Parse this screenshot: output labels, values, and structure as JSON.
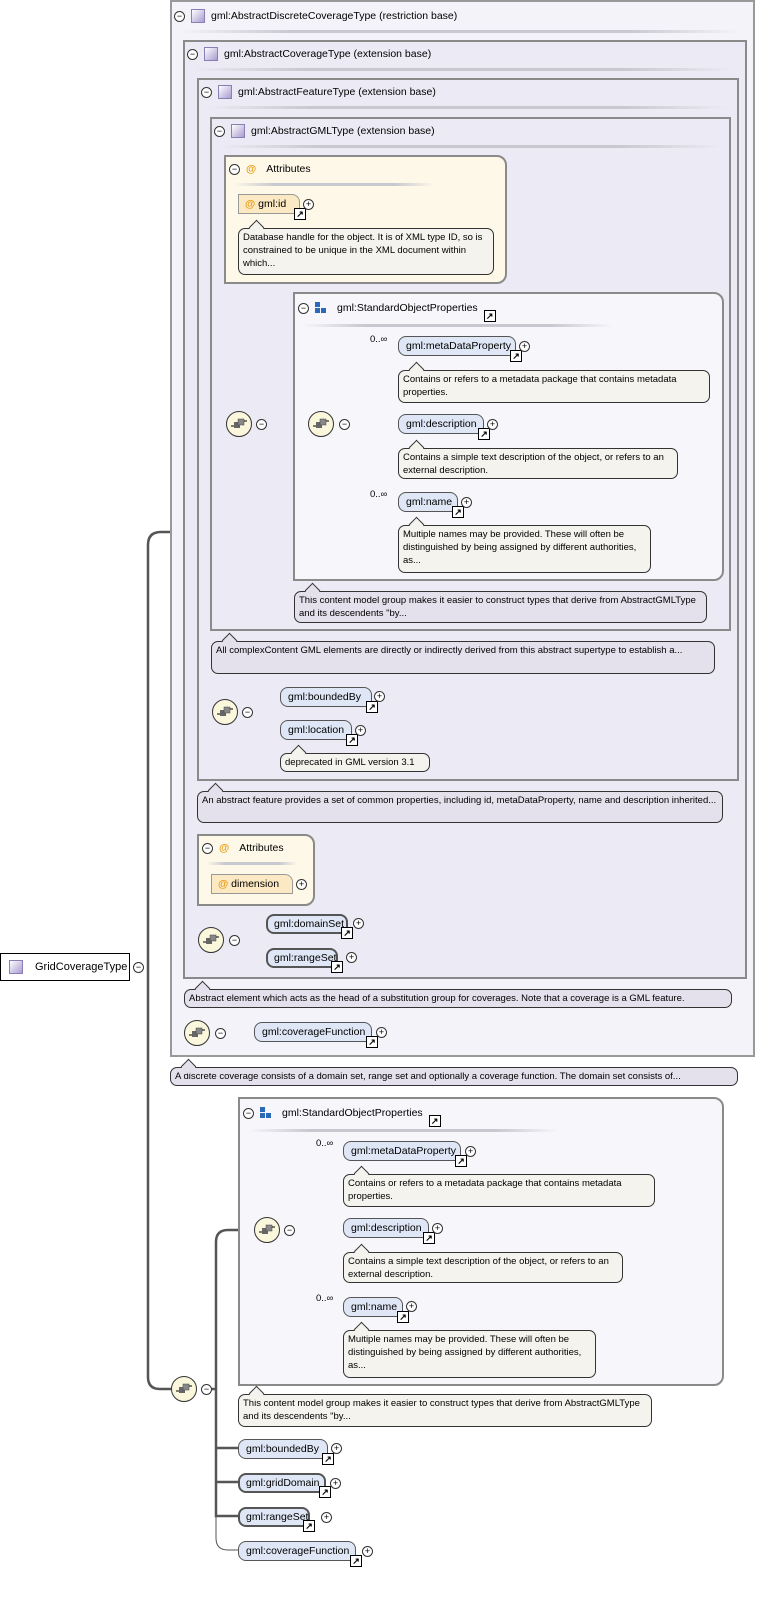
{
  "root": {
    "name": "GridCoverageType"
  },
  "bases": {
    "discrete": "gml:AbstractDiscreteCoverageType (restriction base)",
    "coverage": "gml:AbstractCoverageType (extension base)",
    "feature": "gml:AbstractFeatureType (extension base)",
    "gml": "gml:AbstractGMLType (extension base)"
  },
  "attributes1": {
    "title": "Attributes",
    "id": "gml:id",
    "id_doc": "Database handle for the object. It is of XML type ID, so is constrained to be unique in the XML document within which..."
  },
  "sop": {
    "title": "gml:StandardObjectProperties",
    "meta": "gml:metaDataProperty",
    "meta_card": "0..∞",
    "meta_doc": "Contains or refers to a metadata package that contains metadata properties.",
    "desc": "gml:description",
    "desc_doc": "Contains a simple text description of the object, or refers to an external description.",
    "name": "gml:name",
    "name_card": "0..∞",
    "name_doc": "Multiple names may be provided. These will often be distinguished by being assigned by different authorities, as...",
    "group_doc": "This content model group makes it easier to construct types that derive from AbstractGMLType and its descendents \"by..."
  },
  "gml_doc": "All complexContent GML elements are directly or indirectly derived from this abstract supertype to establish a...",
  "feature": {
    "boundedBy": "gml:boundedBy",
    "location": "gml:location",
    "location_doc": "deprecated in GML version 3.1",
    "doc": "An abstract feature provides a set of common properties, including id, metaDataProperty, name and description inherited..."
  },
  "attributes2": {
    "title": "Attributes",
    "dimension": "dimension"
  },
  "coverage": {
    "domainSet": "gml:domainSet",
    "rangeSet": "gml:rangeSet",
    "doc": "Abstract element which acts as the head of a substitution group for coverages. Note that a coverage is a GML feature."
  },
  "discrete": {
    "coverageFunction": "gml:coverageFunction",
    "doc": "A discrete coverage consists of a domain set, range set and optionally a coverage function. The domain set consists of..."
  },
  "grid": {
    "boundedBy": "gml:boundedBy",
    "gridDomain": "gml:gridDomain",
    "rangeSet": "gml:rangeSet",
    "coverageFunction": "gml:coverageFunction"
  }
}
